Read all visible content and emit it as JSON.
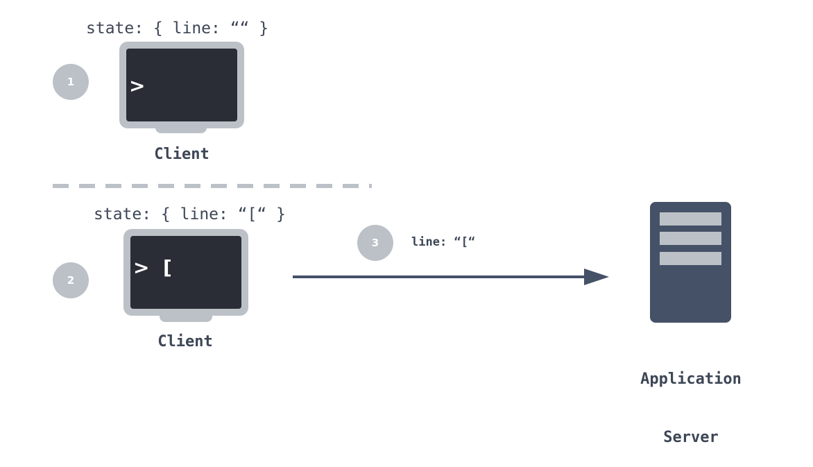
{
  "diagram": {
    "step1": {
      "badge": "1",
      "state": "state: { line: ““ }",
      "prompt": ">",
      "label": "Client"
    },
    "step2": {
      "badge": "2",
      "state": "state: { line: “[“ }",
      "prompt": ">  [",
      "label": "Client"
    },
    "step3": {
      "badge": "3",
      "message": "line: “[“"
    },
    "server": {
      "label_line1": "Application",
      "label_line2": "Server"
    }
  },
  "colors": {
    "text": "#3d4656",
    "badge": "#bcc1c7",
    "monitor_frame": "#bcc1c7",
    "screen": "#2a2d35",
    "server": "#455167",
    "arrow": "#455167",
    "divider": "#bcc1c7"
  }
}
